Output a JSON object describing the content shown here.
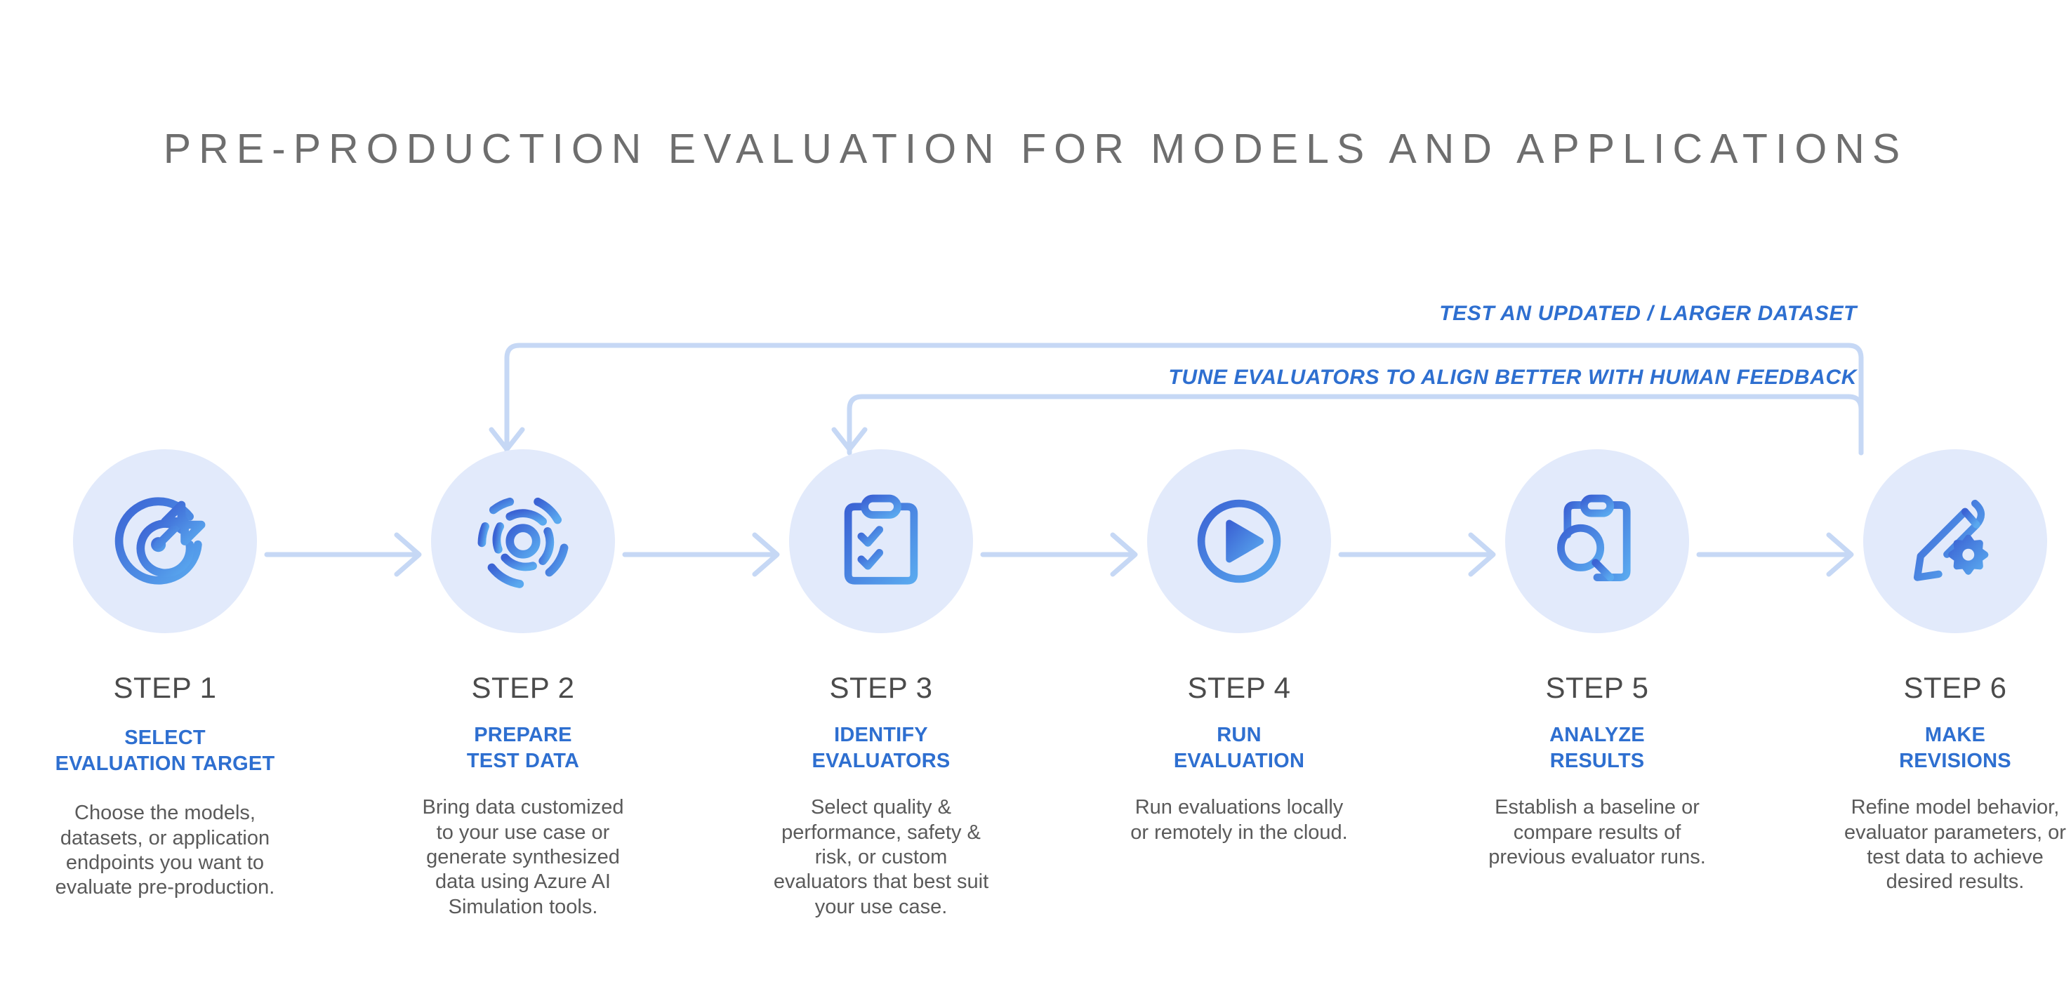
{
  "title": "PRE-PRODUCTION EVALUATION FOR MODELS AND APPLICATIONS",
  "colors": {
    "title_gray": "#6e6e6e",
    "accent_blue": "#2e6fd0",
    "circle_bg": "#e2eafb",
    "connector_blue": "#c6d8f5",
    "icon_gradient_start": "#3b63d4",
    "icon_gradient_end": "#5aa9ef",
    "body_gray": "#5a5a5a",
    "step_label_gray": "#4b4b4b"
  },
  "loops": [
    {
      "label": "TEST AN UPDATED / LARGER DATASET",
      "from_step": "STEP 6",
      "to_step": "STEP 2"
    },
    {
      "label": "TUNE EVALUATORS TO ALIGN BETTER WITH HUMAN FEEDBACK",
      "from_step": "STEP 6",
      "to_step": "STEP 3"
    }
  ],
  "steps": [
    {
      "name": "STEP 1",
      "subtitle": "SELECT\nEVALUATION TARGET",
      "description": "Choose the models,\ndatasets, or application\nendpoints you want to\nevaluate pre-production.",
      "icon": "target-arrow-icon"
    },
    {
      "name": "STEP 2",
      "subtitle": "PREPARE\nTEST DATA",
      "description": "Bring data customized\nto your use case or\ngenerate synthesized\ndata using Azure AI\nSimulation tools.",
      "icon": "data-scan-rings-icon"
    },
    {
      "name": "STEP 3",
      "subtitle": "IDENTIFY\nEVALUATORS",
      "description": "Select quality &\nperformance, safety &\nrisk, or custom\nevaluators that best suit\nyour use case.",
      "icon": "clipboard-checklist-icon"
    },
    {
      "name": "STEP 4",
      "subtitle": "RUN\nEVALUATION",
      "description": "Run evaluations locally\nor remotely in the cloud.",
      "icon": "play-circle-icon"
    },
    {
      "name": "STEP 5",
      "subtitle": "ANALYZE\nRESULTS",
      "description": "Establish a baseline or\ncompare results of\nprevious evaluator runs.",
      "icon": "clipboard-magnifier-icon"
    },
    {
      "name": "STEP 6",
      "subtitle": "MAKE\nREVISIONS",
      "description": "Refine model behavior,\nevaluator parameters, or\ntest data to achieve\ndesired results.",
      "icon": "pencil-gear-icon"
    }
  ]
}
